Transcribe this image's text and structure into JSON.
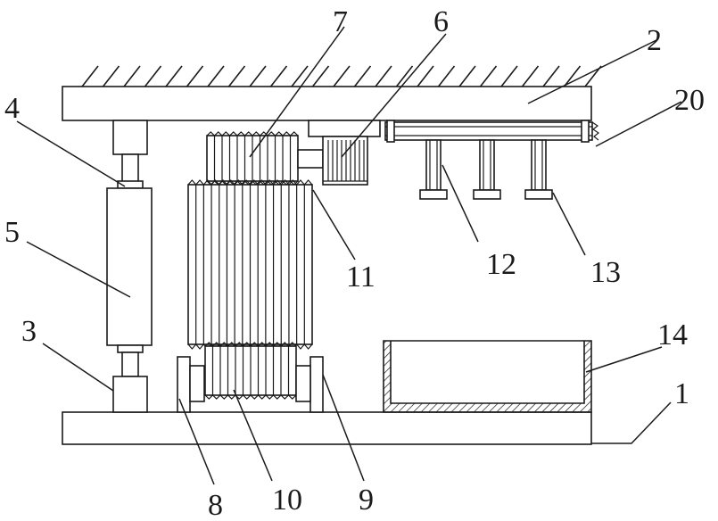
{
  "figure": {
    "labels": [
      {
        "id": "label-1",
        "text": "1"
      },
      {
        "id": "label-2",
        "text": "2"
      },
      {
        "id": "label-3",
        "text": "3"
      },
      {
        "id": "label-4",
        "text": "4"
      },
      {
        "id": "label-5",
        "text": "5"
      },
      {
        "id": "label-6",
        "text": "6"
      },
      {
        "id": "label-7",
        "text": "7"
      },
      {
        "id": "label-8",
        "text": "8"
      },
      {
        "id": "label-9",
        "text": "9"
      },
      {
        "id": "label-10",
        "text": "10"
      },
      {
        "id": "label-11",
        "text": "11"
      },
      {
        "id": "label-12",
        "text": "12"
      },
      {
        "id": "label-13",
        "text": "13"
      },
      {
        "id": "label-14",
        "text": "14"
      },
      {
        "id": "label-20",
        "text": "20"
      }
    ]
  }
}
